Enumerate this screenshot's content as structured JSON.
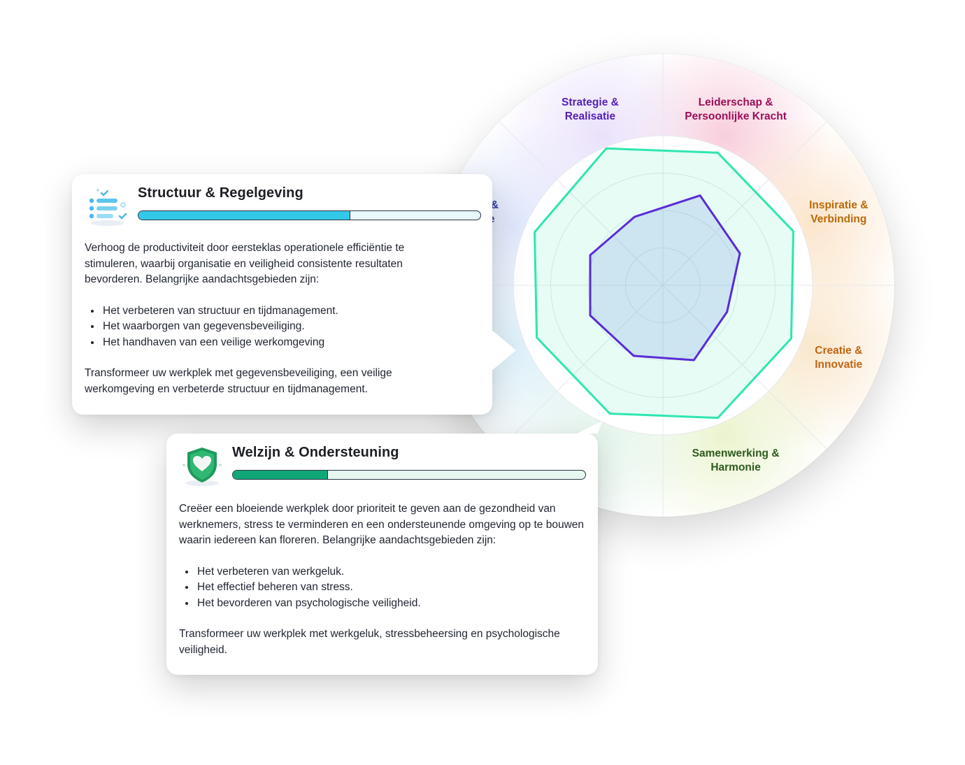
{
  "radar": {
    "axes": [
      {
        "name": "leiderschap",
        "line1": "Leiderschap &",
        "line2": "Persoonlijke Kracht",
        "color": "#9b0f5a"
      },
      {
        "name": "inspiratie",
        "line1": "Inspiratie &",
        "line2": "Verbinding",
        "color": "#b96a07"
      },
      {
        "name": "creatie",
        "line1": "Creatie &",
        "line2": "Innovatie",
        "color": "#c26512"
      },
      {
        "name": "samenwerking",
        "line1": "Samenwerking &",
        "line2": "Harmonie",
        "color": "#2d5a1e"
      },
      {
        "name": "welzijn",
        "line1": "",
        "line2": "",
        "color": "#1a7a5a"
      },
      {
        "name": "structuur",
        "line1": "",
        "line2": "",
        "color": "#1a73a8"
      },
      {
        "name": "vakmanschap",
        "line1": "ek &",
        "line2": "ise",
        "color": "#2f3aa5"
      },
      {
        "name": "strategie",
        "line1": "Strategie &",
        "line2": "Realisatie",
        "color": "#5520b8"
      }
    ],
    "outer_series": {
      "color": "#2ee6b0",
      "values": [
        0.62,
        0.61,
        0.6,
        0.62,
        0.6,
        0.59,
        0.6,
        0.64
      ]
    },
    "inner_series": {
      "color": "#5b2bd6",
      "values": [
        0.42,
        0.36,
        0.3,
        0.35,
        0.33,
        0.34,
        0.34,
        0.32
      ]
    },
    "sector_glows": [
      "#f7c6d6",
      "#fbe0c2",
      "#f9e3c4",
      "#e7f2c6",
      "#dff3e8",
      "#d5ecf8",
      "#d9e2fb",
      "#e6dcfa"
    ]
  },
  "card1": {
    "icon": "checklist-icon",
    "title": "Structuur & Regelgeving",
    "progress": 0.62,
    "bar_color": "#32c8e8",
    "track_color": "#e8f7fb",
    "intro": "Verhoog de productiviteit door eersteklas operationele efficiëntie te stimuleren, waarbij organisatie en veiligheid consistente resultaten bevorderen. Belangrijke aandachtsgebieden zijn:",
    "items": [
      "Het verbeteren van structuur en tijdmanagement.",
      "Het waarborgen van gegevensbeveiliging.",
      "Het handhaven van een veilige werkomgeving"
    ],
    "outro": "Transformeer uw werkplek met gegevensbeveiliging, een veilige werkomgeving en verbeterde structuur en tijdmanagement."
  },
  "card2": {
    "icon": "heart-shield-icon",
    "title": "Welzijn & Ondersteuning",
    "progress": 0.27,
    "bar_color": "#10a777",
    "track_color": "#e6f8f0",
    "intro": "Creëer een bloeiende werkplek door prioriteit te geven aan de gezondheid van werknemers, stress te verminderen en een ondersteunende omgeving op te bouwen waarin iedereen kan floreren. Belangrijke aandachtsgebieden zijn:",
    "items": [
      "Het verbeteren van werkgeluk.",
      "Het effectief beheren van stress.",
      "Het bevorderen van psychologische veiligheid."
    ],
    "outro": "Transformeer uw werkplek met werkgeluk, stressbeheersing en psychologische veiligheid."
  }
}
